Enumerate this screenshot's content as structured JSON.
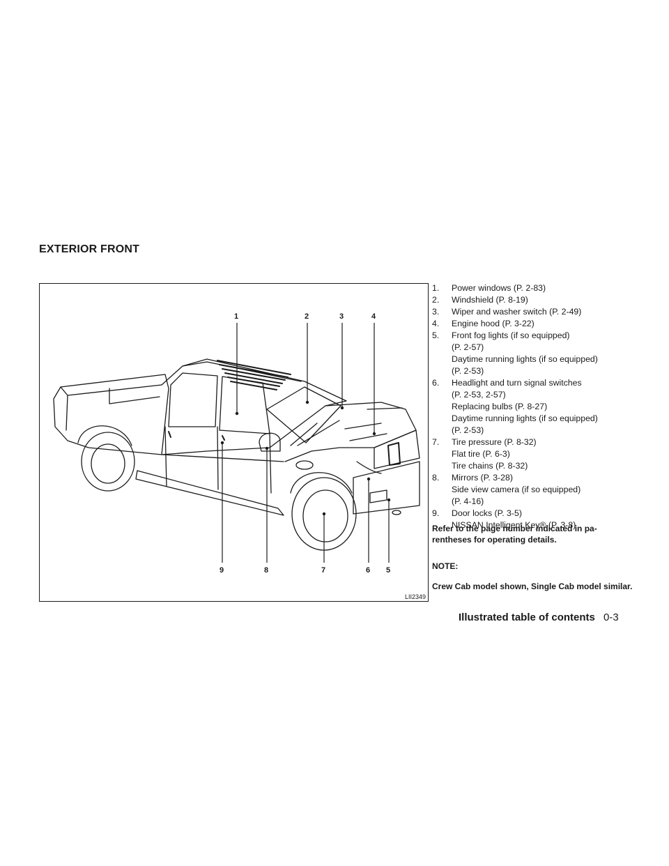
{
  "section_title": "EXTERIOR FRONT",
  "figure": {
    "code": "LII2349",
    "callouts": [
      "1",
      "2",
      "3",
      "4",
      "5",
      "6",
      "7",
      "8",
      "9"
    ]
  },
  "items": [
    {
      "num": "1.",
      "lines": [
        "Power windows (P. 2-83)"
      ]
    },
    {
      "num": "2.",
      "lines": [
        "Windshield (P. 8-19)"
      ]
    },
    {
      "num": "3.",
      "lines": [
        "Wiper and washer switch (P. 2-49)"
      ]
    },
    {
      "num": "4.",
      "lines": [
        "Engine hood (P. 3-22)"
      ]
    },
    {
      "num": "5.",
      "lines": [
        "Front fog lights (if so equipped)",
        "(P. 2-57)",
        "Daytime running lights (if so equipped)",
        "(P. 2-53)"
      ]
    },
    {
      "num": "6.",
      "lines": [
        "Headlight and turn signal switches",
        "(P. 2-53, 2-57)",
        "Replacing bulbs (P. 8-27)",
        "Daytime running lights (if so equipped)",
        "(P. 2-53)"
      ]
    },
    {
      "num": "7.",
      "lines": [
        "Tire pressure (P. 8-32)",
        "Flat tire (P. 6-3)",
        "Tire chains (P. 8-32)"
      ]
    },
    {
      "num": "8.",
      "lines": [
        "Mirrors (P. 3-28)",
        "Side view camera (if so equipped)",
        "(P. 4-16)"
      ]
    },
    {
      "num": "9.",
      "lines": [
        "Door locks (P. 3-5)",
        "NISSAN Intelligent Key® (P. 3-8)"
      ]
    }
  ],
  "refer_text": "Refer to the page number indicated in pa-rentheses for operating details.",
  "note_heading": "NOTE:",
  "note_text": "Crew Cab model shown, Single Cab model similar.",
  "footer": {
    "title": "Illustrated table of contents",
    "page": "0-3"
  }
}
